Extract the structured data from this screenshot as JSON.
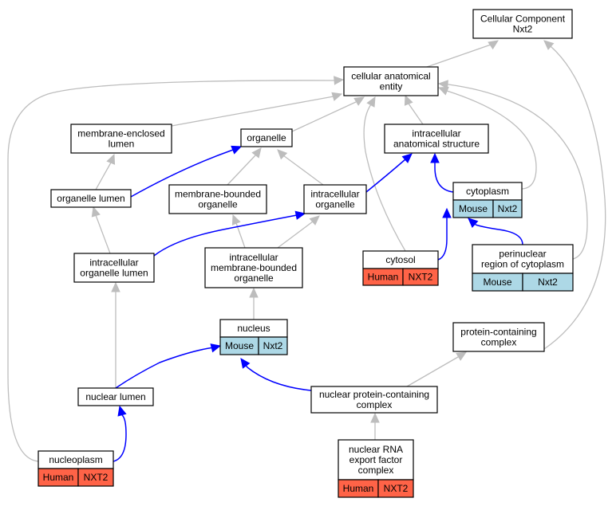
{
  "nodes": {
    "cellular_component": {
      "lines": [
        "Cellular Component",
        "Nxt2"
      ]
    },
    "cellular_anatomical_entity": {
      "lines": [
        "cellular anatomical",
        "entity"
      ]
    },
    "membrane_enclosed_lumen": {
      "lines": [
        "membrane-enclosed",
        "lumen"
      ]
    },
    "organelle": {
      "lines": [
        "organelle"
      ]
    },
    "intracellular_anatomical_structure": {
      "lines": [
        "intracellular",
        "anatomical structure"
      ]
    },
    "organelle_lumen": {
      "lines": [
        "organelle lumen"
      ]
    },
    "membrane_bounded_organelle": {
      "lines": [
        "membrane-bounded",
        "organelle"
      ]
    },
    "intracellular_organelle": {
      "lines": [
        "intracellular",
        "organelle"
      ]
    },
    "cytoplasm": {
      "lines": [
        "cytoplasm"
      ],
      "tags": [
        {
          "text": "Mouse",
          "color": "#add8e6"
        },
        {
          "text": "Nxt2",
          "color": "#add8e6"
        }
      ]
    },
    "intracellular_organelle_lumen": {
      "lines": [
        "intracellular",
        "organelle lumen"
      ]
    },
    "intracellular_membrane_bounded_organelle": {
      "lines": [
        "intracellular",
        "membrane-bounded",
        "organelle"
      ]
    },
    "cytosol": {
      "lines": [
        "cytosol"
      ],
      "tags": [
        {
          "text": "Human",
          "color": "#ff6347"
        },
        {
          "text": "NXT2",
          "color": "#ff6347"
        }
      ]
    },
    "perinuclear_region": {
      "lines": [
        "perinuclear",
        "region of cytoplasm"
      ],
      "tags": [
        {
          "text": "Mouse",
          "color": "#add8e6"
        },
        {
          "text": "Nxt2",
          "color": "#add8e6"
        }
      ]
    },
    "nucleus": {
      "lines": [
        "nucleus"
      ],
      "tags": [
        {
          "text": "Mouse",
          "color": "#add8e6"
        },
        {
          "text": "Nxt2",
          "color": "#add8e6"
        }
      ]
    },
    "protein_containing_complex": {
      "lines": [
        "protein-containing",
        "complex"
      ]
    },
    "nuclear_lumen": {
      "lines": [
        "nuclear lumen"
      ]
    },
    "nuclear_protein_containing_complex": {
      "lines": [
        "nuclear protein-containing",
        "complex"
      ]
    },
    "nucleoplasm": {
      "lines": [
        "nucleoplasm"
      ],
      "tags": [
        {
          "text": "Human",
          "color": "#ff6347"
        },
        {
          "text": "NXT2",
          "color": "#ff6347"
        }
      ]
    },
    "nuclear_rna_export": {
      "lines": [
        "nuclear RNA",
        "export factor",
        "complex"
      ],
      "tags": [
        {
          "text": "Human",
          "color": "#ff6347"
        },
        {
          "text": "NXT2",
          "color": "#ff6347"
        }
      ]
    }
  },
  "colors": {
    "edge_default": "#bdbdbd",
    "edge_highlight": "#0000ff",
    "human_tag": "#ff6347",
    "mouse_tag": "#add8e6"
  }
}
